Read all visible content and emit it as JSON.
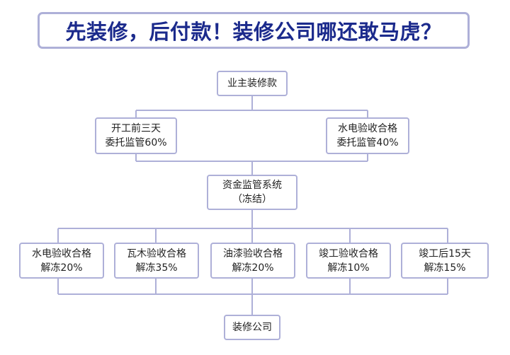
{
  "title": "先装修，后付款！装修公司哪还敢马虎？",
  "nodes": {
    "owner_payment": {
      "line1": "业主装修款"
    },
    "supervise_60": {
      "line1": "开工前三天",
      "line2": "委托监管60%"
    },
    "supervise_40": {
      "line1": "水电验收合格",
      "line2": "委托监管40%"
    },
    "fund_system": {
      "line1": "资金监管系统",
      "line2": "（冻结）"
    },
    "release_plumbing": {
      "line1": "水电验收合格",
      "line2": "解冻20%"
    },
    "release_tile_wood": {
      "line1": "瓦木验收合格",
      "line2": "解冻35%"
    },
    "release_paint": {
      "line1": "油漆验收合格",
      "line2": "解冻20%"
    },
    "release_completion": {
      "line1": "竣工验收合格",
      "line2": "解冻10%"
    },
    "release_15days": {
      "line1": "竣工后15天",
      "line2": "解冻15%"
    },
    "company": {
      "line1": "装修公司"
    }
  },
  "colors": {
    "title_text": "#1b2a8c",
    "border": "#aeb0d8",
    "line": "#aeb0d8",
    "node_text": "#222222"
  }
}
